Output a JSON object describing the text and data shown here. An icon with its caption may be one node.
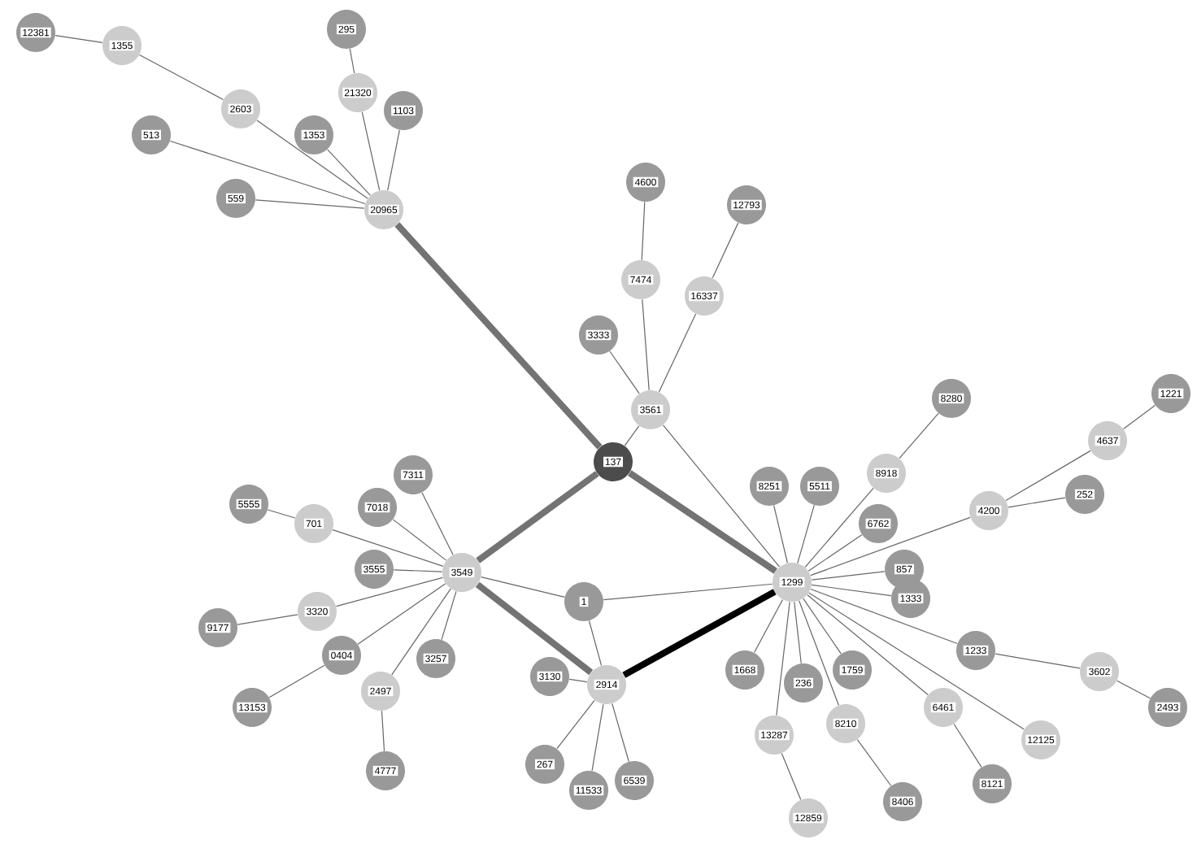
{
  "diagram": {
    "nodes": [
      {
        "text": [
          "12381"
        ]
      },
      {
        "text": [
          "1355"
        ]
      },
      {
        "text": [
          "2603"
        ]
      },
      {
        "text": [
          "295"
        ]
      },
      {
        "text": [
          "21320"
        ]
      },
      {
        "text": [
          "1103"
        ]
      },
      {
        "text": [
          "1353"
        ]
      },
      {
        "text": [
          "513"
        ]
      },
      {
        "text": [
          "559"
        ]
      },
      {
        "text": [
          "20965"
        ]
      },
      {
        "text": [
          "4600"
        ]
      },
      {
        "text": [
          "12793"
        ]
      },
      {
        "text": [
          "7474"
        ]
      },
      {
        "text": [
          "16337"
        ]
      },
      {
        "text": [
          "3333"
        ]
      },
      {
        "text": [
          "3561"
        ]
      },
      {
        "text": [
          "137"
        ]
      },
      {
        "text": [
          "8280"
        ]
      },
      {
        "text": [
          "1221"
        ]
      },
      {
        "text": [
          "4637"
        ]
      },
      {
        "text": [
          "8918"
        ]
      },
      {
        "text": [
          "252"
        ]
      },
      {
        "text": [
          "4200"
        ]
      },
      {
        "text": [
          "8251"
        ]
      },
      {
        "text": [
          "5511"
        ]
      },
      {
        "text": [
          "6762"
        ]
      },
      {
        "text": [
          "857"
        ]
      },
      {
        "text": [
          "1299"
        ]
      },
      {
        "text": [
          "5555"
        ]
      },
      {
        "text": [
          "701"
        ]
      },
      {
        "text": [
          "7018"
        ]
      },
      {
        "text": [
          "7311"
        ]
      },
      {
        "text": [
          "3549"
        ]
      },
      {
        "text": [
          "3555"
        ]
      },
      {
        "text": [
          "3320"
        ]
      },
      {
        "text": [
          "9177"
        ]
      },
      {
        "text": [
          "1"
        ]
      },
      {
        "text": [
          "0404"
        ]
      },
      {
        "text": [
          "3257"
        ]
      },
      {
        "text": [
          "2497"
        ]
      },
      {
        "text": [
          "13153"
        ]
      },
      {
        "text": [
          "3130"
        ]
      },
      {
        "text": [
          "2914"
        ]
      },
      {
        "text": [
          "1668"
        ]
      },
      {
        "text": [
          "236"
        ]
      },
      {
        "text": [
          "1333"
        ]
      },
      {
        "text": [
          "1233"
        ]
      },
      {
        "text": [
          "1759"
        ]
      },
      {
        "text": [
          "8210"
        ]
      },
      {
        "text": [
          "6461"
        ]
      },
      {
        "text": [
          "13287"
        ]
      },
      {
        "text": [
          "12125"
        ]
      },
      {
        "text": [
          "8121"
        ]
      },
      {
        "text": [
          "3602"
        ]
      },
      {
        "text": [
          "2493"
        ]
      },
      {
        "text": [
          "4777"
        ]
      },
      {
        "text": [
          "267"
        ]
      },
      {
        "text": [
          "11533"
        ]
      },
      {
        "text": [
          "6539"
        ]
      },
      {
        "text": [
          "12859"
        ]
      },
      {
        "text": [
          "8406"
        ]
      }
    ],
    "edges": [
      {
        "from": 0,
        "to": 1,
        "arrow": "none"
      },
      {
        "from": 1,
        "to": 2,
        "arrow": "none"
      },
      {
        "from": 2,
        "to": 9,
        "arrow": "none"
      },
      {
        "from": 3,
        "to": 4,
        "arrow": "none"
      },
      {
        "from": 4,
        "to": 9,
        "arrow": "none"
      },
      {
        "from": 5,
        "to": 9,
        "arrow": "none"
      },
      {
        "from": 6,
        "to": 9,
        "arrow": "none"
      },
      {
        "from": 7,
        "to": 9,
        "arrow": "none"
      },
      {
        "from": 8,
        "to": 9,
        "arrow": "none"
      },
      {
        "from": 9,
        "to": 16,
        "arrow": "none",
        "style": "thick"
      },
      {
        "from": 10,
        "to": 12,
        "arrow": "none"
      },
      {
        "from": 12,
        "to": 15,
        "arrow": "none"
      },
      {
        "from": 11,
        "to": 13,
        "arrow": "none"
      },
      {
        "from": 13,
        "to": 15,
        "arrow": "none"
      },
      {
        "from": 14,
        "to": 15,
        "arrow": "none"
      },
      {
        "from": 15,
        "to": 16,
        "arrow": "none"
      },
      {
        "from": 15,
        "to": 27,
        "arrow": "none"
      },
      {
        "from": 16,
        "to": 32,
        "arrow": "none",
        "style": "thick"
      },
      {
        "from": 16,
        "to": 27,
        "arrow": "none",
        "style": "thick"
      },
      {
        "from": 17,
        "to": 20,
        "arrow": "none"
      },
      {
        "from": 20,
        "to": 27,
        "arrow": "none"
      },
      {
        "from": 18,
        "to": 19,
        "arrow": "none"
      },
      {
        "from": 19,
        "to": 22,
        "arrow": "none"
      },
      {
        "from": 21,
        "to": 22,
        "arrow": "none"
      },
      {
        "from": 22,
        "to": 27,
        "arrow": "none"
      },
      {
        "from": 23,
        "to": 27,
        "arrow": "none"
      },
      {
        "from": 24,
        "to": 27,
        "arrow": "none"
      },
      {
        "from": 25,
        "to": 27,
        "arrow": "none"
      },
      {
        "from": 26,
        "to": 27,
        "arrow": "none"
      },
      {
        "from": 45,
        "to": 27,
        "arrow": "none"
      },
      {
        "from": 46,
        "to": 27,
        "arrow": "none"
      },
      {
        "from": 46,
        "to": 53,
        "arrow": "none"
      },
      {
        "from": 53,
        "to": 54,
        "arrow": "none"
      },
      {
        "from": 47,
        "to": 27,
        "arrow": "none"
      },
      {
        "from": 49,
        "to": 27,
        "arrow": "none"
      },
      {
        "from": 49,
        "to": 52,
        "arrow": "none"
      },
      {
        "from": 51,
        "to": 27,
        "arrow": "none"
      },
      {
        "from": 44,
        "to": 27,
        "arrow": "none"
      },
      {
        "from": 50,
        "to": 27,
        "arrow": "none"
      },
      {
        "from": 50,
        "to": 59,
        "arrow": "none"
      },
      {
        "from": 43,
        "to": 27,
        "arrow": "none"
      },
      {
        "from": 48,
        "to": 27,
        "arrow": "none"
      },
      {
        "from": 48,
        "to": 60,
        "arrow": "none"
      },
      {
        "from": 28,
        "to": 29,
        "arrow": "none"
      },
      {
        "from": 29,
        "to": 32,
        "arrow": "none"
      },
      {
        "from": 30,
        "to": 32,
        "arrow": "none"
      },
      {
        "from": 31,
        "to": 32,
        "arrow": "none"
      },
      {
        "from": 33,
        "to": 32,
        "arrow": "none"
      },
      {
        "from": 34,
        "to": 32,
        "arrow": "none"
      },
      {
        "from": 35,
        "to": 34,
        "arrow": "none"
      },
      {
        "from": 37,
        "to": 32,
        "arrow": "none"
      },
      {
        "from": 40,
        "to": 37,
        "arrow": "none"
      },
      {
        "from": 38,
        "to": 32,
        "arrow": "none"
      },
      {
        "from": 39,
        "to": 32,
        "arrow": "none"
      },
      {
        "from": 55,
        "to": 39,
        "arrow": "none"
      },
      {
        "from": 32,
        "to": 36,
        "arrow": "none"
      },
      {
        "from": 36,
        "to": 27,
        "arrow": "none"
      },
      {
        "from": 36,
        "to": 42,
        "arrow": "none"
      },
      {
        "from": 41,
        "to": 42,
        "arrow": "none"
      },
      {
        "from": 32,
        "to": 42,
        "arrow": "none",
        "style": "thick"
      },
      {
        "from": 42,
        "to": 27,
        "arrow": "none",
        "style": "thick",
        "color": "#000000"
      },
      {
        "from": 56,
        "to": 42,
        "arrow": "none"
      },
      {
        "from": 57,
        "to": 42,
        "arrow": "none"
      },
      {
        "from": 58,
        "to": 42,
        "arrow": "none"
      }
    ]
  }
}
